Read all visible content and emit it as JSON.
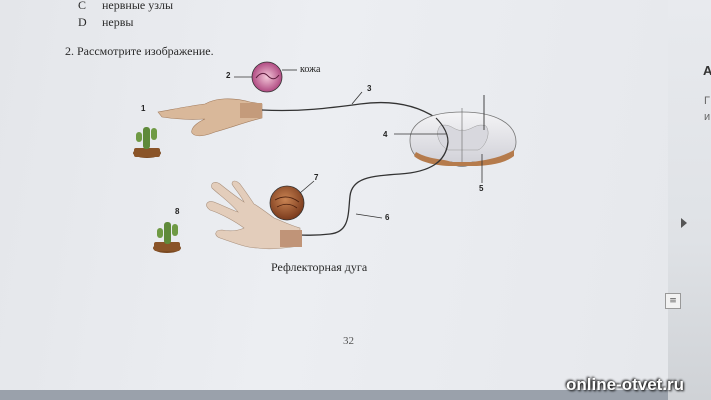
{
  "options": [
    {
      "letter": "C",
      "text": "нервные узлы"
    },
    {
      "letter": "D",
      "text": "нервы"
    }
  ],
  "question": "2. Рассмотрите изображение.",
  "diagram": {
    "labels": [
      "1",
      "2",
      "3",
      "4",
      "5",
      "6",
      "7",
      "8"
    ],
    "skin_label": "кожа",
    "caption": "Рефлекторная дуга"
  },
  "page_number": "32",
  "right_panel": {
    "title": "А",
    "line1": "Г",
    "line2": "и"
  },
  "menu_icon": "≡",
  "watermark": "online-otvet.ru"
}
